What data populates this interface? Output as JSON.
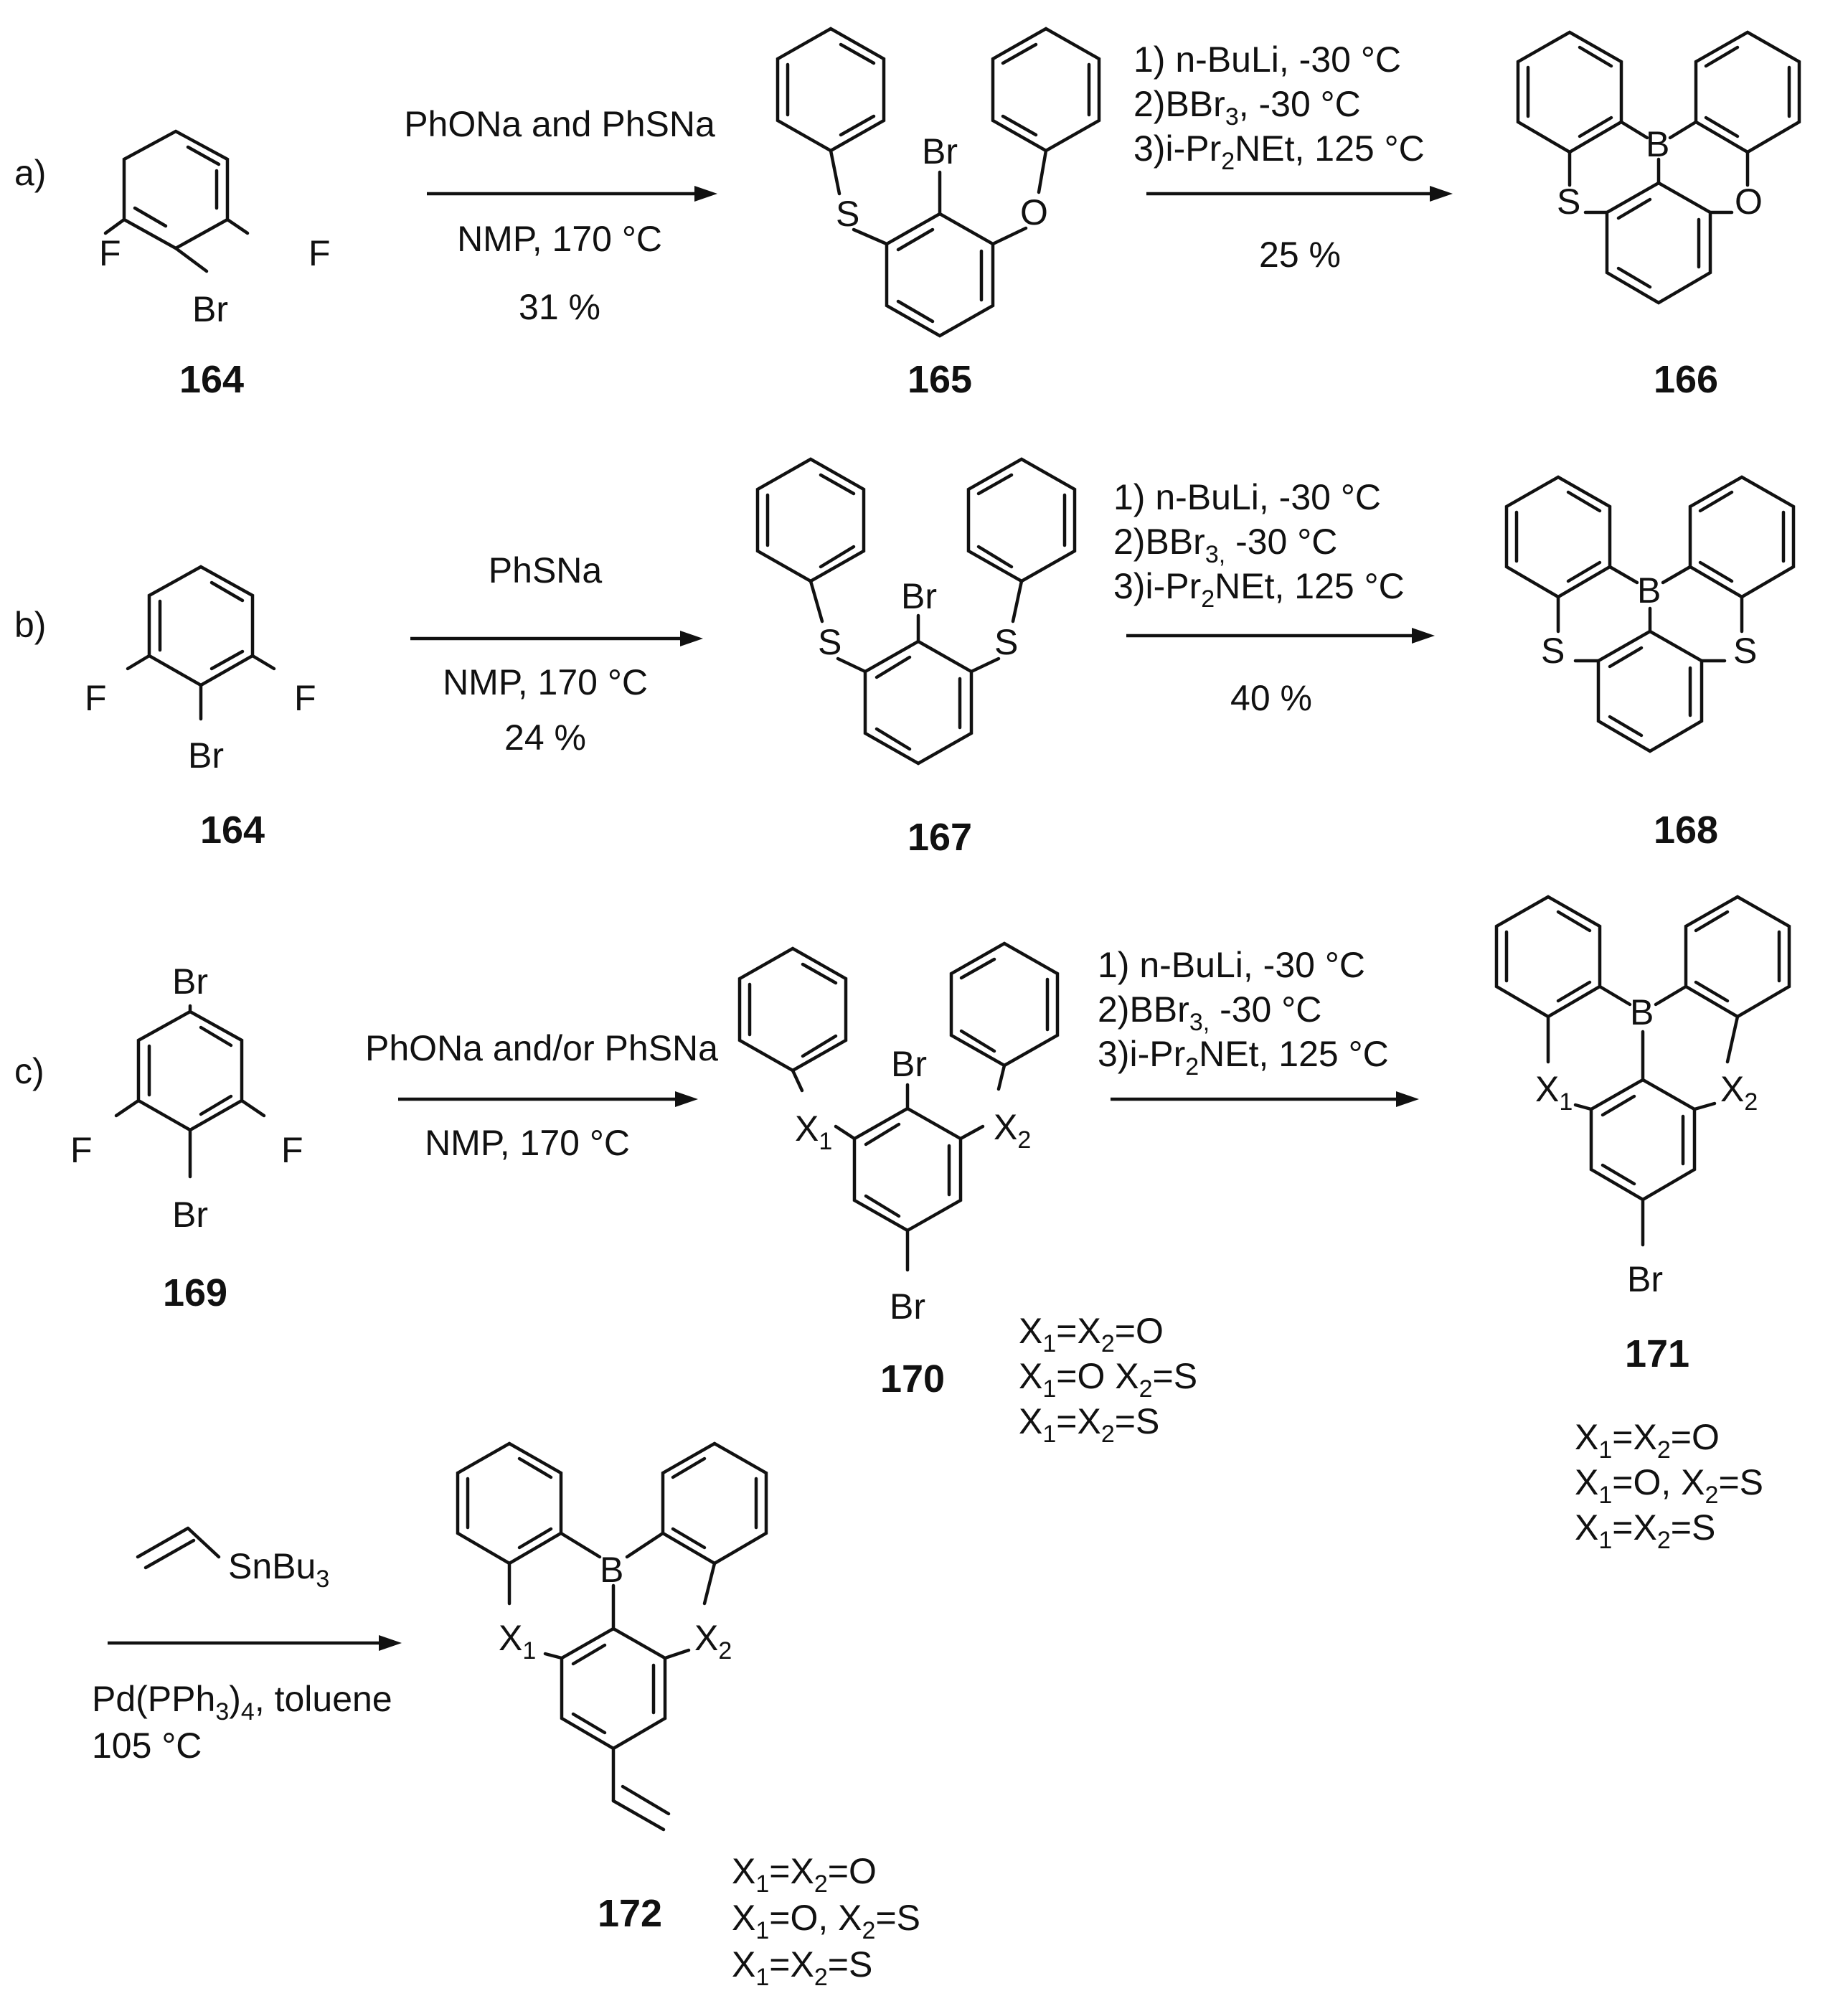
{
  "parts": [
    "a)",
    "b)",
    "c)"
  ],
  "compounds": {
    "c164a": "164",
    "c165": "165",
    "c166": "166",
    "c164b": "164",
    "c167": "167",
    "c168": "168",
    "c169": "169",
    "c170": "170",
    "c171": "171",
    "c172": "172"
  },
  "atoms": {
    "F": "F",
    "Br": "Br",
    "S": "S",
    "O": "O",
    "B": "B",
    "X": "X",
    "one": "1",
    "two": "2"
  },
  "reactions": {
    "a1": {
      "above": "PhONa and PhSNa",
      "below1": "NMP, 170 °C",
      "below2": "31 %"
    },
    "a2": {
      "step1": "1) n-BuLi, -30 °C",
      "step2_pre": "2)BBr",
      "step2_sub": "3",
      "step2_post": ", -30 °C",
      "step3_pre": "3)i-Pr",
      "step3_sub": "2",
      "step3_post": "NEt, 125 °C",
      "yield": "25 %"
    },
    "b1": {
      "above": "PhSNa",
      "below1": "NMP, 170 °C",
      "below2": "24 %"
    },
    "b2": {
      "step1": "1) n-BuLi, -30 °C",
      "step2_pre": "2)BBr",
      "step2_sub": "3,",
      "step2_post": " -30 °C",
      "step3_pre": "3)i-Pr",
      "step3_sub": "2",
      "step3_post": "NEt, 125 °C",
      "yield": "40 %"
    },
    "c1": {
      "above": "PhONa and/or PhSNa",
      "below1": "NMP, 170 °C"
    },
    "c2": {
      "step1": "1) n-BuLi, -30 °C",
      "step2_pre": "2)BBr",
      "step2_sub": "3,",
      "step2_post": " -30 °C",
      "step3_pre": "3)i-Pr",
      "step3_sub": "2",
      "step3_post": "NEt, 125 °C"
    },
    "c3": {
      "reagent_pre": "SnBu",
      "reagent_sub": "3",
      "below1_pre": "Pd(PPh",
      "below1_sub": "3",
      "below1_post": ")",
      "below1_tail": "4",
      "below1_end": ", toluene",
      "below2": "105 °C"
    }
  },
  "variants": {
    "v170": [
      {
        "a": "X",
        "a_sub": "1",
        "b": "=X",
        "b_sub": "2",
        "c": "=O"
      },
      {
        "a": "X",
        "a_sub": "1",
        "b": "=O X",
        "b_sub": "2",
        "c": "=S"
      },
      {
        "a": "X",
        "a_sub": "1",
        "b": "=X",
        "b_sub": "2",
        "c": "=S"
      }
    ],
    "v171": [
      {
        "a": "X",
        "a_sub": "1",
        "b": "=X",
        "b_sub": "2",
        "c": "=O"
      },
      {
        "a": "X",
        "a_sub": "1",
        "b": "=O, X",
        "b_sub": "2",
        "c": "=S"
      },
      {
        "a": "X",
        "a_sub": "1",
        "b": "=X",
        "b_sub": "2",
        "c": "=S"
      }
    ],
    "v172": [
      {
        "a": "X",
        "a_sub": "1",
        "b": "=X",
        "b_sub": "2",
        "c": "=O"
      },
      {
        "a": "X",
        "a_sub": "1",
        "b": "=O, X",
        "b_sub": "2",
        "c": "=S"
      },
      {
        "a": "X",
        "a_sub": "1",
        "b": "=X",
        "b_sub": "2",
        "c": "=S"
      }
    ]
  }
}
